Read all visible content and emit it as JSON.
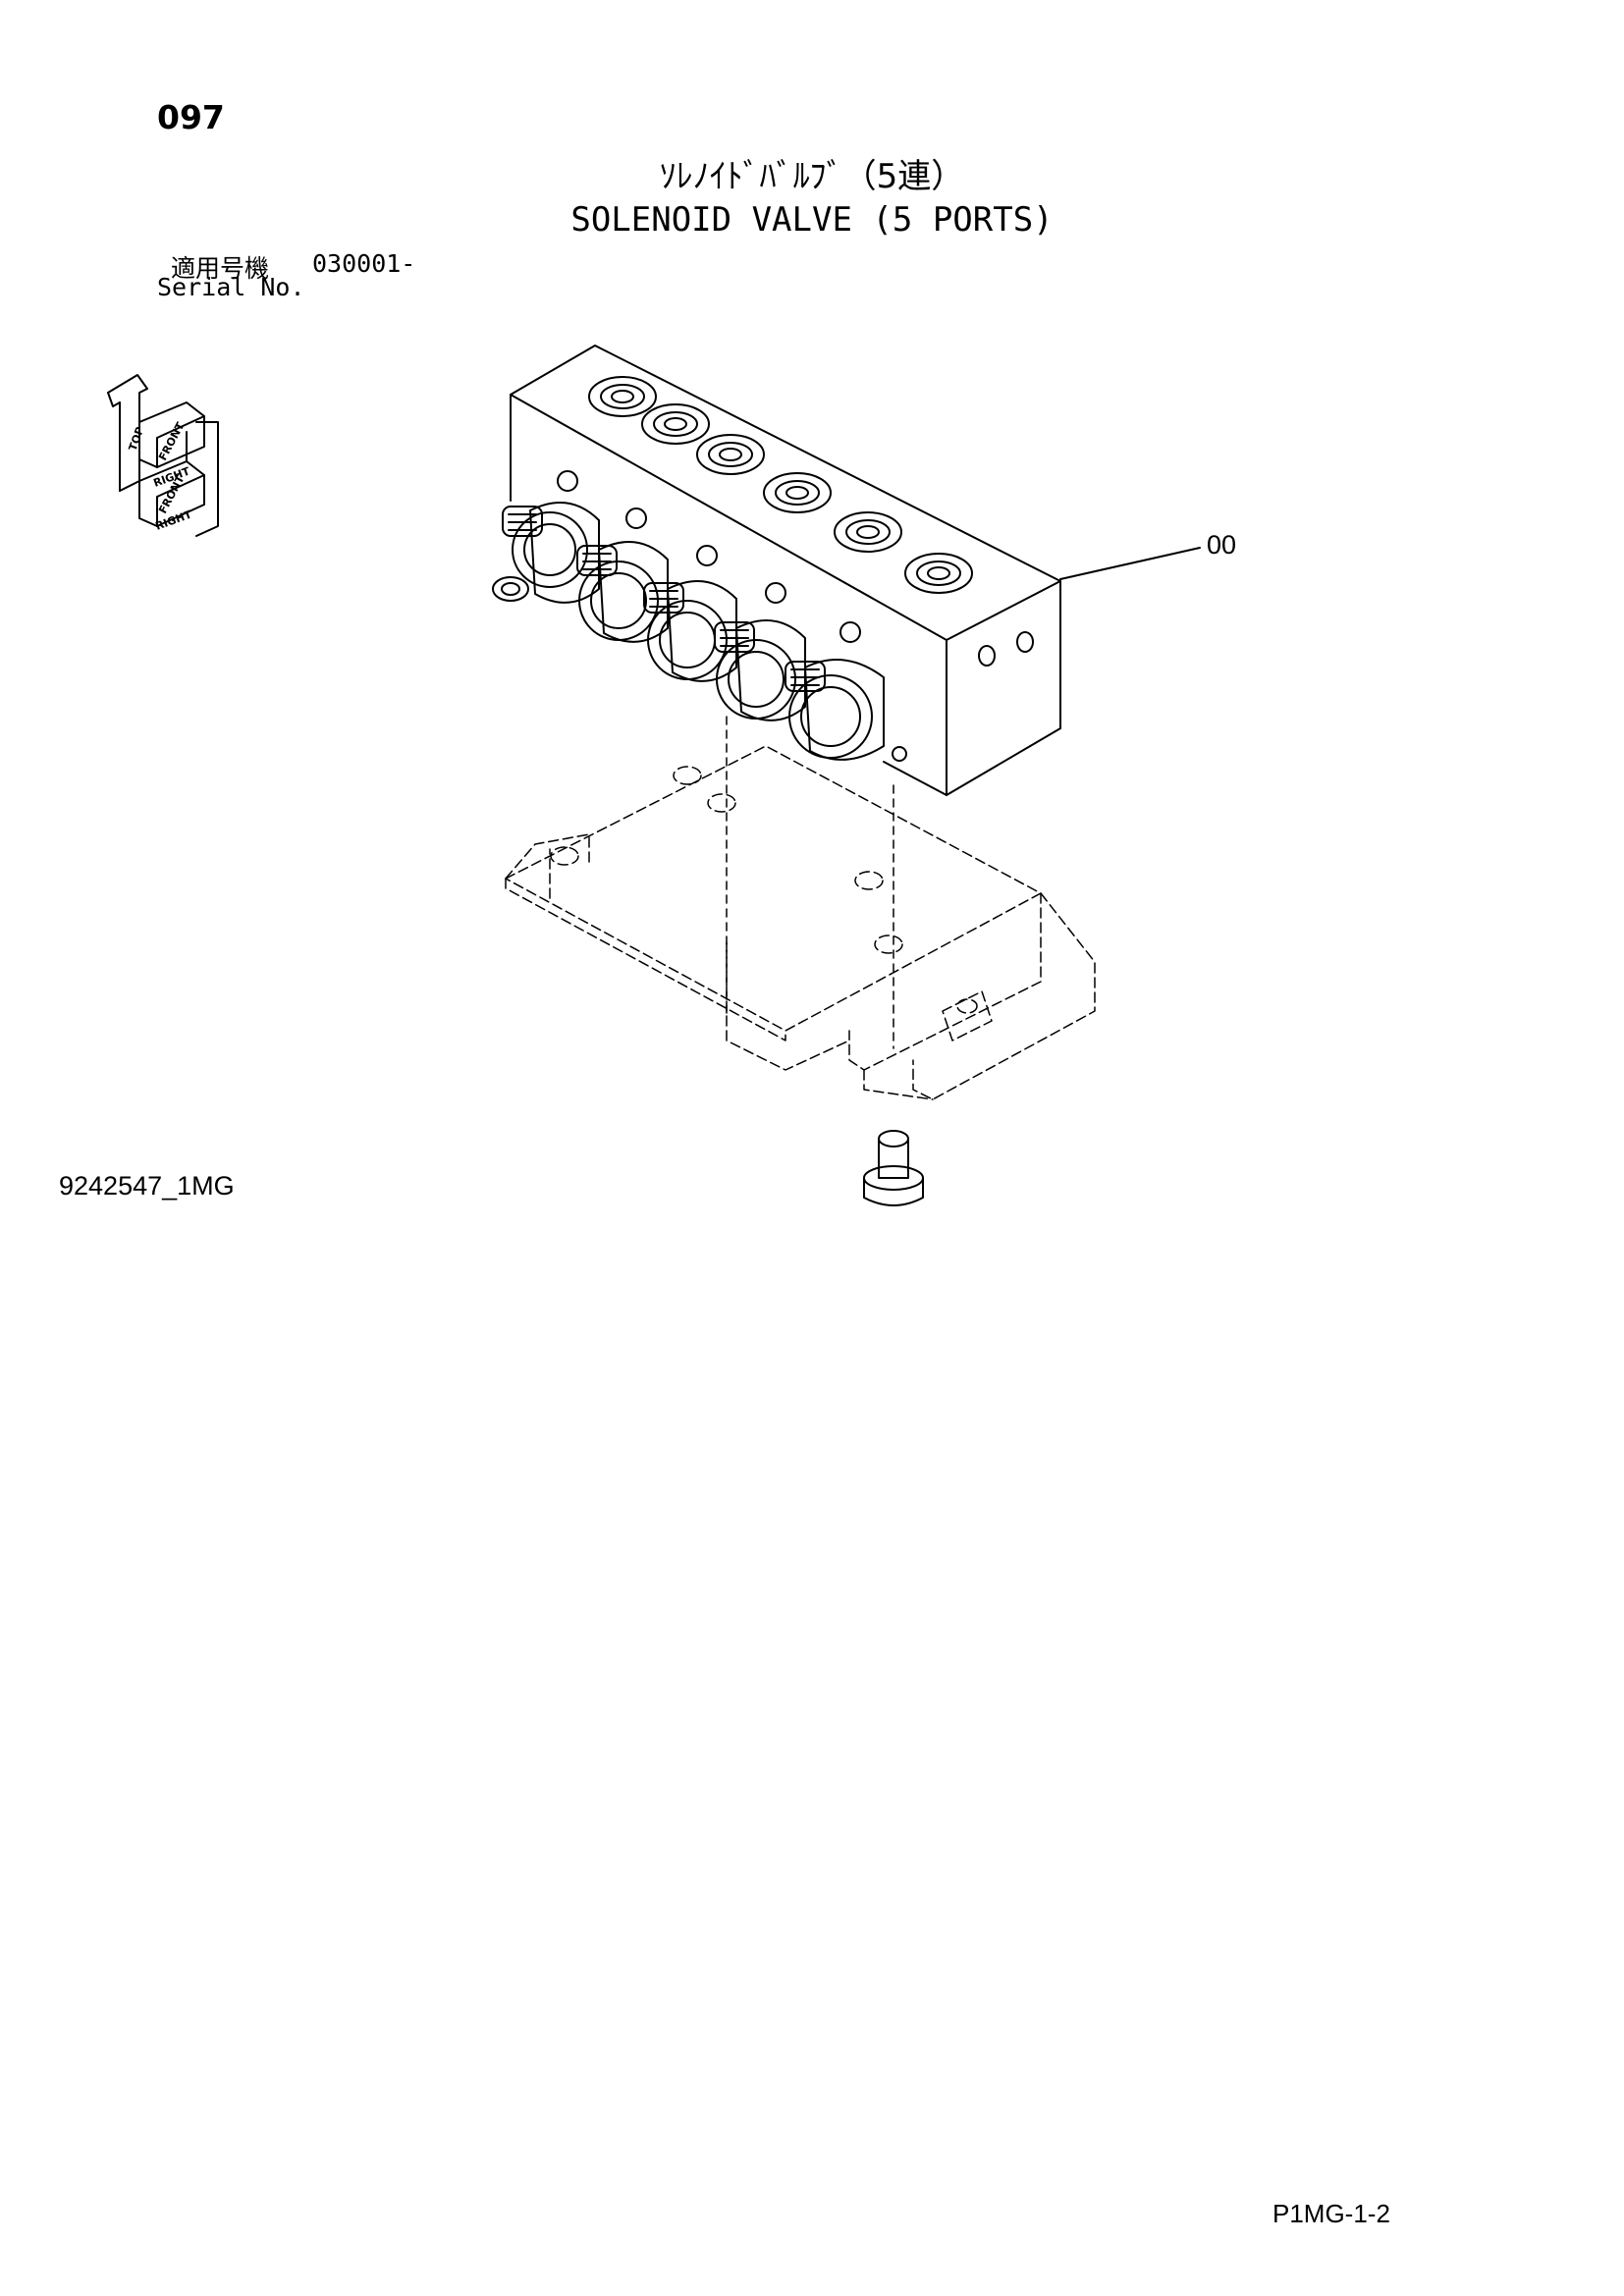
{
  "header": {
    "page_number": "097",
    "title_jp": "ｿﾚﾉｲﾄﾞﾊﾞﾙﾌﾞ（5連）",
    "title_en": "SOLENOID VALVE (5 PORTS)",
    "serial_label_jp": "適用号機",
    "serial_value": "030001-",
    "serial_label_en": "Serial No."
  },
  "orientation": {
    "labels": [
      "TOP",
      "FRONT",
      "RIGHT",
      "FRONT",
      "RIGHT"
    ]
  },
  "diagram": {
    "callouts": [
      "00"
    ]
  },
  "footer": {
    "drawing_id": "9242547_1MG",
    "page_ref": "P1MG-1-2"
  }
}
